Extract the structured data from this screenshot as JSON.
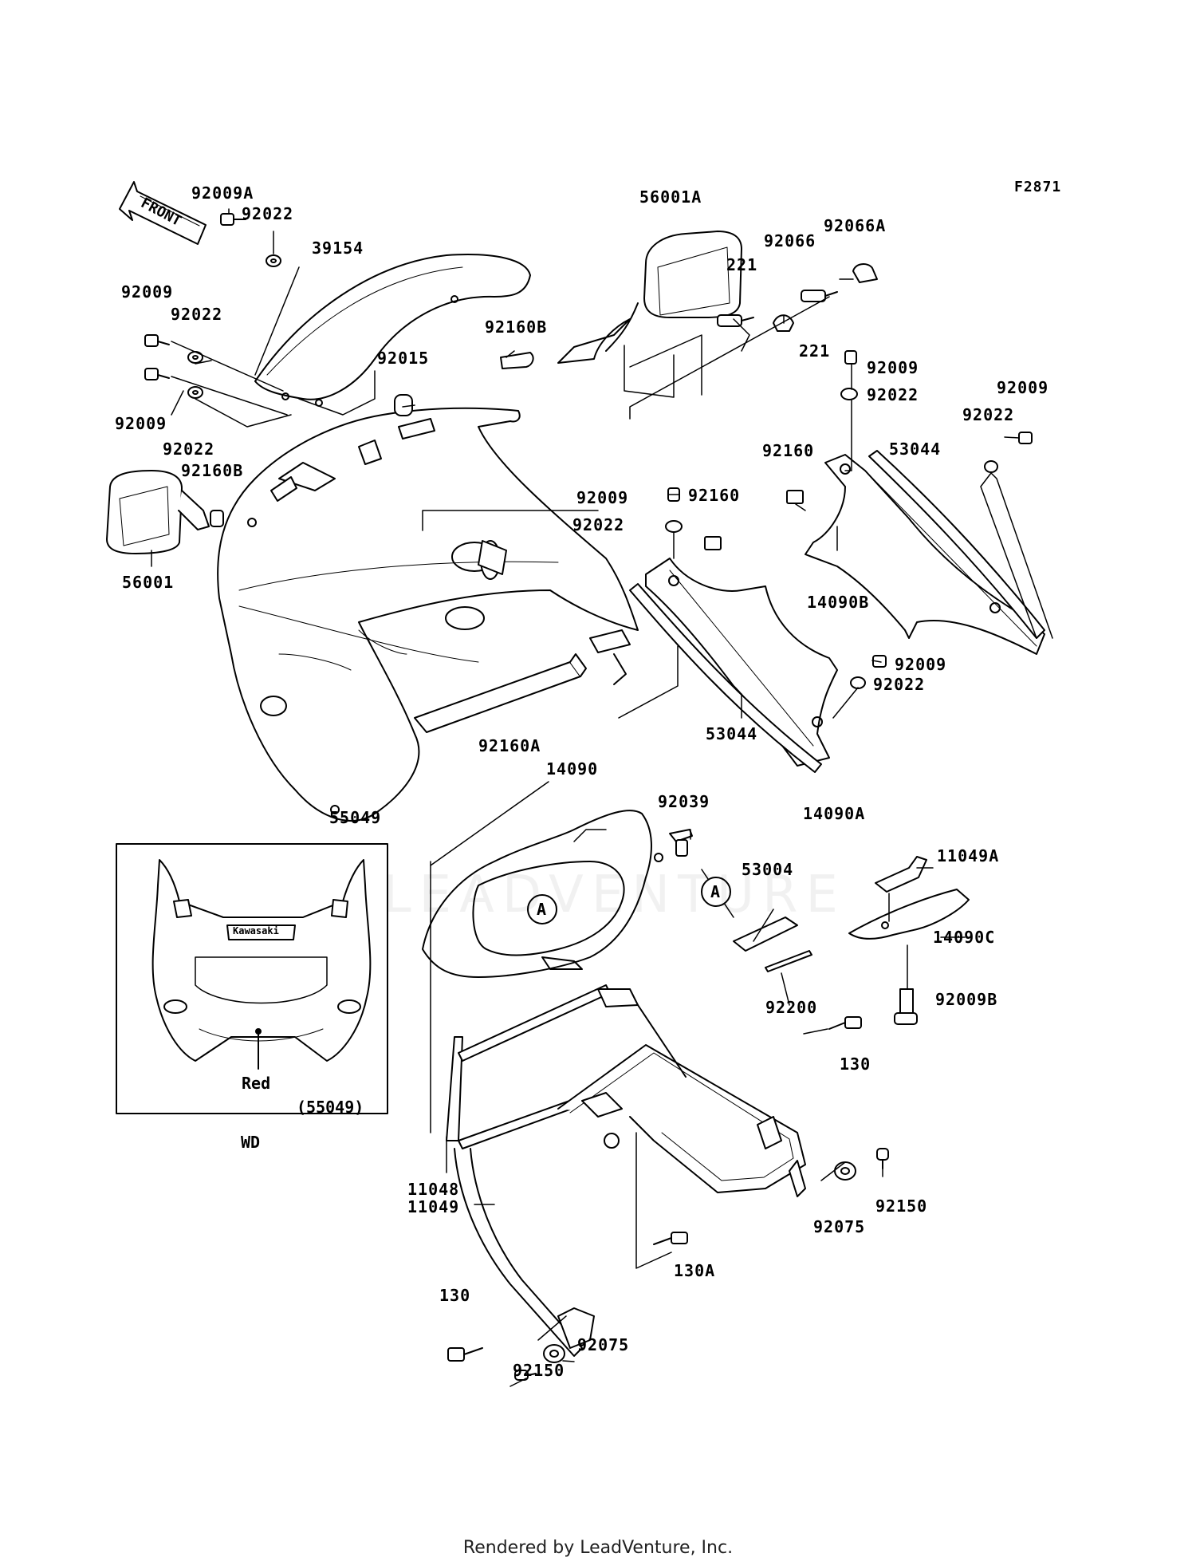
{
  "diagram_code": "F2871",
  "front_label": "FRONT",
  "watermark": "LEADVENTURE",
  "footer": "Rendered by LeadVenture, Inc.",
  "inset": {
    "brand": "Kawasaki",
    "color_note": "Red",
    "part_ref": "(55049)",
    "variant": "WD"
  },
  "callouts": {
    "A_left": "A",
    "A_right": "A"
  },
  "labels": [
    {
      "id": "l01",
      "text": "92009A"
    },
    {
      "id": "l02",
      "text": "92022"
    },
    {
      "id": "l03",
      "text": "39154"
    },
    {
      "id": "l04",
      "text": "92009"
    },
    {
      "id": "l05",
      "text": "92022"
    },
    {
      "id": "l06",
      "text": "92015"
    },
    {
      "id": "l07",
      "text": "92009"
    },
    {
      "id": "l08",
      "text": "92022"
    },
    {
      "id": "l09",
      "text": "92160B"
    },
    {
      "id": "l10",
      "text": "56001"
    },
    {
      "id": "l11",
      "text": "56001A"
    },
    {
      "id": "l12",
      "text": "92066"
    },
    {
      "id": "l13",
      "text": "92066A"
    },
    {
      "id": "l14",
      "text": "221"
    },
    {
      "id": "l15",
      "text": "221"
    },
    {
      "id": "l16",
      "text": "92160B"
    },
    {
      "id": "l17",
      "text": "92009"
    },
    {
      "id": "l18",
      "text": "92022"
    },
    {
      "id": "l19",
      "text": "92009"
    },
    {
      "id": "l20",
      "text": "92022"
    },
    {
      "id": "l21",
      "text": "92160"
    },
    {
      "id": "l22",
      "text": "53044"
    },
    {
      "id": "l23",
      "text": "92009"
    },
    {
      "id": "l24",
      "text": "92160"
    },
    {
      "id": "l25",
      "text": "92022"
    },
    {
      "id": "l26",
      "text": "14090B"
    },
    {
      "id": "l27",
      "text": "92009"
    },
    {
      "id": "l28",
      "text": "92022"
    },
    {
      "id": "l29",
      "text": "92160A"
    },
    {
      "id": "l30",
      "text": "53044"
    },
    {
      "id": "l31",
      "text": "55049"
    },
    {
      "id": "l32",
      "text": "14090"
    },
    {
      "id": "l33",
      "text": "14090A"
    },
    {
      "id": "l34",
      "text": "92039"
    },
    {
      "id": "l35",
      "text": "53004"
    },
    {
      "id": "l36",
      "text": "11049A"
    },
    {
      "id": "l37",
      "text": "14090C"
    },
    {
      "id": "l38",
      "text": "92200"
    },
    {
      "id": "l39",
      "text": "92009B"
    },
    {
      "id": "l40",
      "text": "130"
    },
    {
      "id": "l41",
      "text": "92150"
    },
    {
      "id": "l42",
      "text": "92075"
    },
    {
      "id": "l43",
      "text": "11048"
    },
    {
      "id": "l44",
      "text": "11049"
    },
    {
      "id": "l45",
      "text": "130A"
    },
    {
      "id": "l46",
      "text": "130"
    },
    {
      "id": "l47",
      "text": "92075"
    },
    {
      "id": "l48",
      "text": "92150"
    }
  ]
}
